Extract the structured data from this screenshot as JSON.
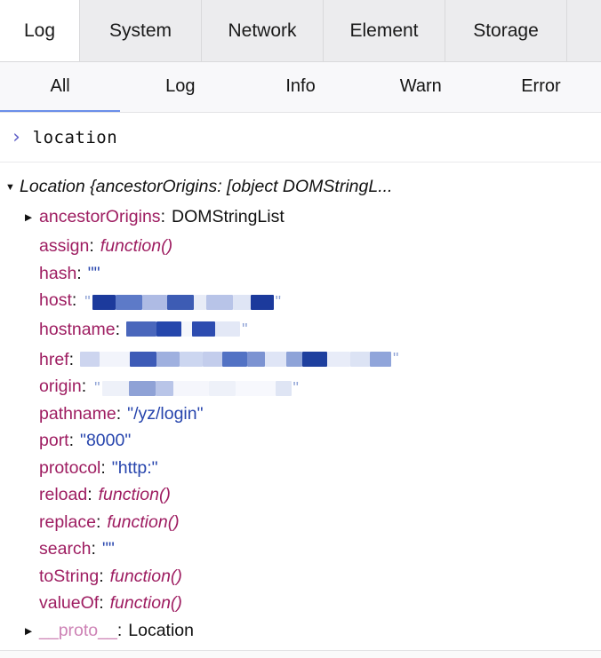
{
  "topbar": {
    "active": "Log",
    "tabs": [
      {
        "label": "Log"
      },
      {
        "label": "System"
      },
      {
        "label": "Network"
      },
      {
        "label": "Element"
      },
      {
        "label": "Storage"
      }
    ]
  },
  "subbar": {
    "active": "All",
    "tabs": [
      {
        "label": "All"
      },
      {
        "label": "Log"
      },
      {
        "label": "Info"
      },
      {
        "label": "Warn"
      },
      {
        "label": "Error"
      }
    ]
  },
  "console": {
    "prompt": "›",
    "command": "location"
  },
  "icons": {
    "caret_down": "▼",
    "caret_right": "▶"
  },
  "colors": {
    "accent_underline": "#6a8ee9",
    "property_name": "#9e1d61",
    "string_value": "#2745ad",
    "proto_name": "#cd82b5",
    "prompt_blue": "#5f5fc7"
  },
  "entry": {
    "header": "Location {ancestorOrigins: [object DOMStringL...",
    "properties": [
      {
        "name": "ancestorOrigins",
        "type": "object",
        "value": "DOMStringList",
        "expandable": true
      },
      {
        "name": "assign",
        "type": "function",
        "value": "function()"
      },
      {
        "name": "hash",
        "type": "string",
        "value": "\"\""
      },
      {
        "name": "host",
        "type": "redacted",
        "open_quote": "\"",
        "close_quote": "\"",
        "mosaic": [
          [
            26,
            "#1c3a9c"
          ],
          [
            30,
            "#5d7ac8"
          ],
          [
            28,
            "#aebbe4"
          ],
          [
            30,
            "#3d5cb4"
          ],
          [
            14,
            "#e8ecf7"
          ],
          [
            30,
            "#b8c4e8"
          ],
          [
            20,
            "#dfe5f5"
          ],
          [
            26,
            "#1c3a9c"
          ]
        ]
      },
      {
        "name": "hostname",
        "type": "redacted",
        "open_quote": "",
        "close_quote": "\"",
        "mosaic": [
          [
            34,
            "#4a67bc"
          ],
          [
            28,
            "#2547ac"
          ],
          [
            12,
            "#f5f7fc"
          ],
          [
            26,
            "#2d4cb0"
          ],
          [
            28,
            "#e3e8f6"
          ]
        ]
      },
      {
        "name": "href",
        "type": "redacted",
        "open_quote": "",
        "close_quote": "\"",
        "mosaic": [
          [
            22,
            "#cdd5ef"
          ],
          [
            34,
            "#f2f4fb"
          ],
          [
            30,
            "#3d5bb7"
          ],
          [
            26,
            "#9fb0df"
          ],
          [
            26,
            "#ccd6f0"
          ],
          [
            22,
            "#c3cdec"
          ],
          [
            28,
            "#5272c4"
          ],
          [
            20,
            "#7c93d2"
          ],
          [
            24,
            "#dfe5f6"
          ],
          [
            18,
            "#8ea3d8"
          ],
          [
            28,
            "#1e3f9e"
          ],
          [
            26,
            "#e8ecf8"
          ],
          [
            22,
            "#dce3f4"
          ],
          [
            24,
            "#90a5da"
          ]
        ]
      },
      {
        "name": "origin",
        "type": "redacted",
        "open_quote": "\"",
        "close_quote": "\"",
        "mosaic": [
          [
            30,
            "#eef1f9"
          ],
          [
            30,
            "#8fa2d6"
          ],
          [
            20,
            "#b9c5e8"
          ],
          [
            40,
            "#f5f6fc"
          ],
          [
            30,
            "#eef1f9"
          ],
          [
            45,
            "#f7f8fd"
          ],
          [
            18,
            "#dfe5f4"
          ]
        ]
      },
      {
        "name": "pathname",
        "type": "string",
        "value": "\"/yz/login\""
      },
      {
        "name": "port",
        "type": "string",
        "value": "\"8000\""
      },
      {
        "name": "protocol",
        "type": "string",
        "value": "\"http:\""
      },
      {
        "name": "reload",
        "type": "function",
        "value": "function()"
      },
      {
        "name": "replace",
        "type": "function",
        "value": "function()"
      },
      {
        "name": "search",
        "type": "string",
        "value": "\"\""
      },
      {
        "name": "toString",
        "type": "function",
        "value": "function()"
      },
      {
        "name": "valueOf",
        "type": "function",
        "value": "function()"
      },
      {
        "name": "__proto__",
        "type": "proto",
        "value": "Location",
        "expandable": true
      }
    ]
  }
}
